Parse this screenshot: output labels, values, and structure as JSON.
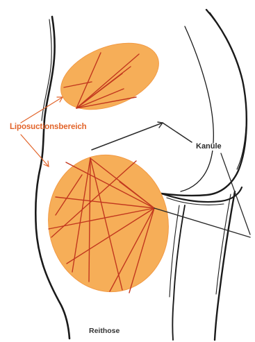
{
  "labels": {
    "liposuction_area": "Liposuctionsbereich",
    "cannula": "Kanüle",
    "zone": "Reithose"
  },
  "colors": {
    "fat_area_fill": "#f6ae58",
    "fat_area_stroke": "#f29a45",
    "cannula_track": "#c2371e",
    "label_accent": "#e2642a",
    "outline": "#1a1a1a",
    "text": "#2a2a2a"
  },
  "figure": {
    "type": "anatomical-illustration",
    "subject": "outer thigh and buttock, side view",
    "regions": [
      "upper-fat-area",
      "lower-fat-area"
    ]
  }
}
